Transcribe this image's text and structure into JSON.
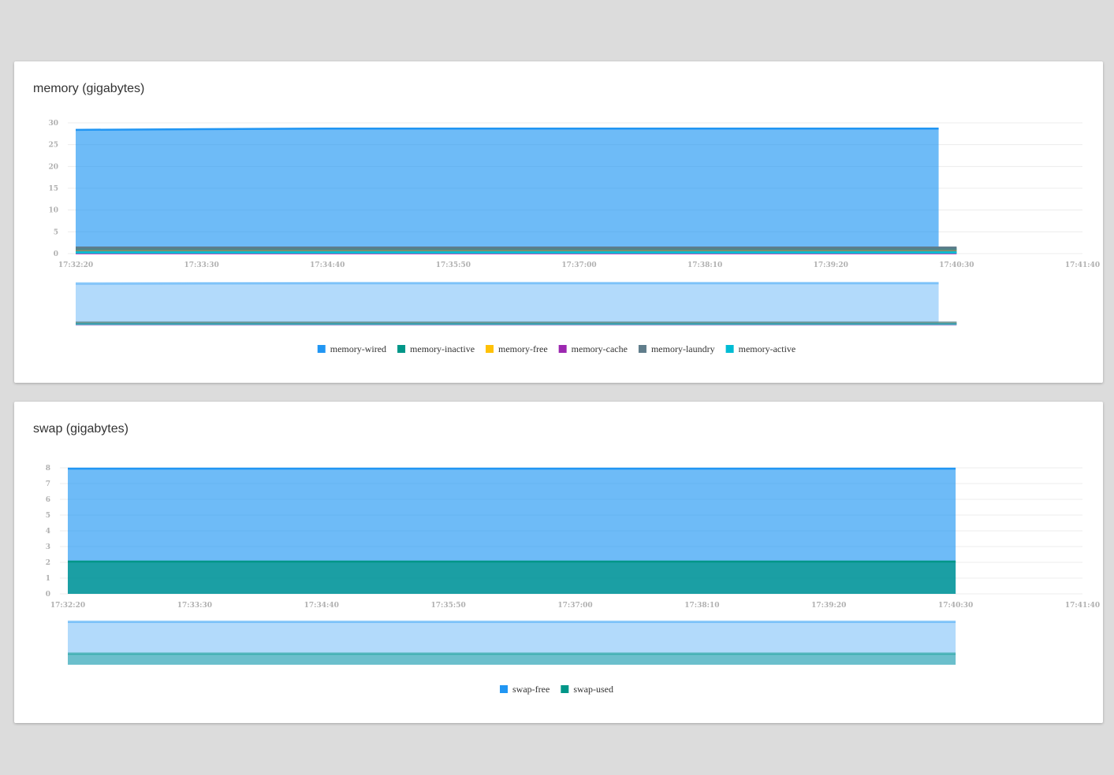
{
  "chart_data": [
    {
      "type": "area",
      "title": "memory (gigabytes)",
      "x_ticks": [
        "17:32:20",
        "17:33:30",
        "17:34:40",
        "17:35:50",
        "17:37:00",
        "17:38:10",
        "17:39:20",
        "17:40:30",
        "17:41:40"
      ],
      "y_ticks": [
        "0",
        "5",
        "10",
        "15",
        "20",
        "25",
        "30"
      ],
      "ylim": [
        0,
        30
      ],
      "grid": true,
      "legend_position": "bottom-center",
      "x_start": "17:32:20",
      "x_end": "17:41:40",
      "series": [
        {
          "name": "memory-wired",
          "color": "#2196f3",
          "points": [
            [
              "17:32:20",
              28.4
            ],
            [
              "17:34:40",
              28.7
            ],
            [
              "17:40:20",
              28.7
            ]
          ]
        },
        {
          "name": "memory-inactive",
          "color": "#009688",
          "points": [
            [
              "17:32:20",
              1.0
            ],
            [
              "17:40:30",
              1.0
            ]
          ]
        },
        {
          "name": "memory-free",
          "color": "#ffc107",
          "points": [
            [
              "17:32:20",
              0.6
            ],
            [
              "17:40:30",
              0.6
            ]
          ]
        },
        {
          "name": "memory-cache",
          "color": "#9c27b0",
          "points": [
            [
              "17:32:20",
              0.1
            ],
            [
              "17:40:30",
              0.1
            ]
          ]
        },
        {
          "name": "memory-laundry",
          "color": "#607d8b",
          "points": [
            [
              "17:32:20",
              1.4
            ],
            [
              "17:40:30",
              1.4
            ]
          ]
        },
        {
          "name": "memory-active",
          "color": "#00bcd4",
          "points": [
            [
              "17:32:20",
              0.3
            ],
            [
              "17:40:30",
              0.3
            ]
          ]
        }
      ]
    },
    {
      "type": "area",
      "title": "swap (gigabytes)",
      "x_ticks": [
        "17:32:20",
        "17:33:30",
        "17:34:40",
        "17:35:50",
        "17:37:00",
        "17:38:10",
        "17:39:20",
        "17:40:30",
        "17:41:40"
      ],
      "y_ticks": [
        "0",
        "1",
        "2",
        "3",
        "4",
        "5",
        "6",
        "7",
        "8"
      ],
      "ylim": [
        0,
        8
      ],
      "grid": true,
      "legend_position": "bottom-center",
      "x_start": "17:32:20",
      "x_end": "17:41:40",
      "series": [
        {
          "name": "swap-free",
          "color": "#2196f3",
          "points": [
            [
              "17:32:20",
              7.95
            ],
            [
              "17:40:30",
              7.95
            ]
          ]
        },
        {
          "name": "swap-used",
          "color": "#009688",
          "points": [
            [
              "17:32:20",
              2.05
            ],
            [
              "17:40:30",
              2.05
            ]
          ]
        }
      ]
    }
  ]
}
